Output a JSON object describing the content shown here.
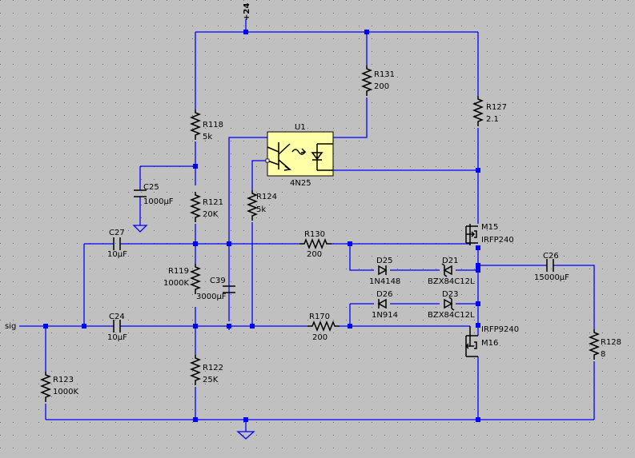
{
  "supply": "+24",
  "input_label": "sig",
  "ic": {
    "ref": "U1",
    "part": "4N25"
  },
  "resistors": [
    {
      "ref": "R131",
      "value": "200"
    },
    {
      "ref": "R127",
      "value": "2.1"
    },
    {
      "ref": "R118",
      "value": "5k"
    },
    {
      "ref": "R121",
      "value": "20K"
    },
    {
      "ref": "R124",
      "value": "5k"
    },
    {
      "ref": "R130",
      "value": "200"
    },
    {
      "ref": "R119",
      "value": "1000K"
    },
    {
      "ref": "R170",
      "value": "200"
    },
    {
      "ref": "R122",
      "value": "25K"
    },
    {
      "ref": "R123",
      "value": "1000K"
    },
    {
      "ref": "R128",
      "value": "8"
    }
  ],
  "capacitors": [
    {
      "ref": "C25",
      "value": "1000µF"
    },
    {
      "ref": "C27",
      "value": "10µF"
    },
    {
      "ref": "C39",
      "value": "3000µF"
    },
    {
      "ref": "C24",
      "value": "10µF"
    },
    {
      "ref": "C26",
      "value": "15000µF"
    }
  ],
  "diodes": [
    {
      "ref": "D25",
      "part": "1N4148"
    },
    {
      "ref": "D21",
      "part": "BZX84C12L"
    },
    {
      "ref": "D26",
      "part": "1N914"
    },
    {
      "ref": "D23",
      "part": "BZX84C12L"
    }
  ],
  "transistors": [
    {
      "ref": "M15",
      "part": "IRFP240"
    },
    {
      "ref": "M16",
      "part": "IRFP9240"
    }
  ]
}
